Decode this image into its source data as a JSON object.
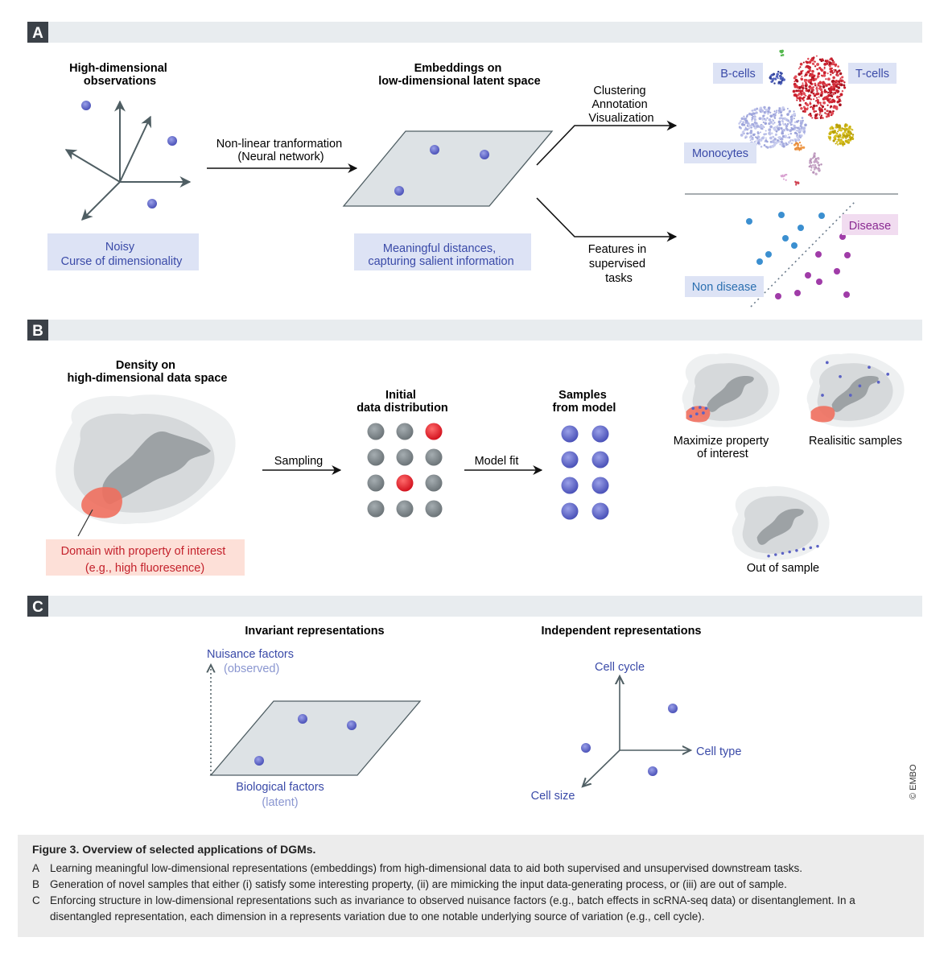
{
  "panels": {
    "a": {
      "letter": "A",
      "high_dim_title": [
        "High-dimensional",
        "observations"
      ],
      "noisy_box": [
        "Noisy",
        "Curse of dimensionality"
      ],
      "transform_label": [
        "Non-linear tranformation",
        "(Neural network)"
      ],
      "embed_title": [
        "Embeddings on",
        "low-dimensional latent space"
      ],
      "meaningful_box": [
        "Meaningful distances,",
        "capturing salient information"
      ],
      "unsup_label": [
        "Clustering",
        "Annotation",
        "Visualization"
      ],
      "sup_label": [
        "Features in",
        "supervised",
        "tasks"
      ],
      "cluster_labels": {
        "bcells": "B-cells",
        "tcells": "T-cells",
        "monocytes": "Monocytes"
      },
      "disease_label": "Disease",
      "non_disease_label": "Non disease"
    },
    "b": {
      "letter": "B",
      "density_title": [
        "Density on",
        "high-dimensional data space"
      ],
      "domain_box": [
        "Domain with property of interest",
        "(e.g., high fluoresence)"
      ],
      "sampling_label": "Sampling",
      "initial_title": [
        "Initial",
        "data distribution"
      ],
      "model_fit_label": "Model fit",
      "samples_title": [
        "Samples",
        "from model"
      ],
      "maximize_label": [
        "Maximize property",
        "of interest"
      ],
      "realistic_label": "Realisitic samples",
      "out_of_sample_label": "Out of sample"
    },
    "c": {
      "letter": "C",
      "invariant_title": "Invariant representations",
      "independent_title": "Independent representations",
      "nuisance_label": [
        "Nuisance factors",
        "(observed)"
      ],
      "biological_label": [
        "Biological factors",
        "(latent)"
      ],
      "cell_cycle": "Cell cycle",
      "cell_type": "Cell type",
      "cell_size": "Cell size"
    }
  },
  "copyright": "© EMBO",
  "caption": {
    "title": "Figure 3.   Overview of selected applications of DGMs.",
    "items": [
      {
        "letter": "A",
        "text": "Learning meaningful low-dimensional representations (embeddings) from high-dimensional data to aid both supervised and unsupervised downstream tasks."
      },
      {
        "letter": "B",
        "text": "Generation of novel samples that either (i) satisfy some interesting property, (ii) are mimicking the input data-generating process, or (iii) are out of sample."
      },
      {
        "letter": "C",
        "text": "Enforcing structure in low-dimensional representations such as invariance to observed nuisance factors (e.g., batch effects in scRNA-seq data) or disentanglement. In a disentangled representation, each dimension in a represents variation due to one notable underlying source of variation (e.g., cell cycle)."
      }
    ]
  },
  "colors": {
    "point_blue": "#5b62c4",
    "grey_dot": "#7e878c",
    "red_dot": "#e0232e",
    "label_box_blue": "#dde3f5",
    "label_box_pink": "#fde0d8",
    "disease_box": "#f1dcf0",
    "panel_bar": "#e8ecef",
    "letter_box": "#3b4148"
  }
}
